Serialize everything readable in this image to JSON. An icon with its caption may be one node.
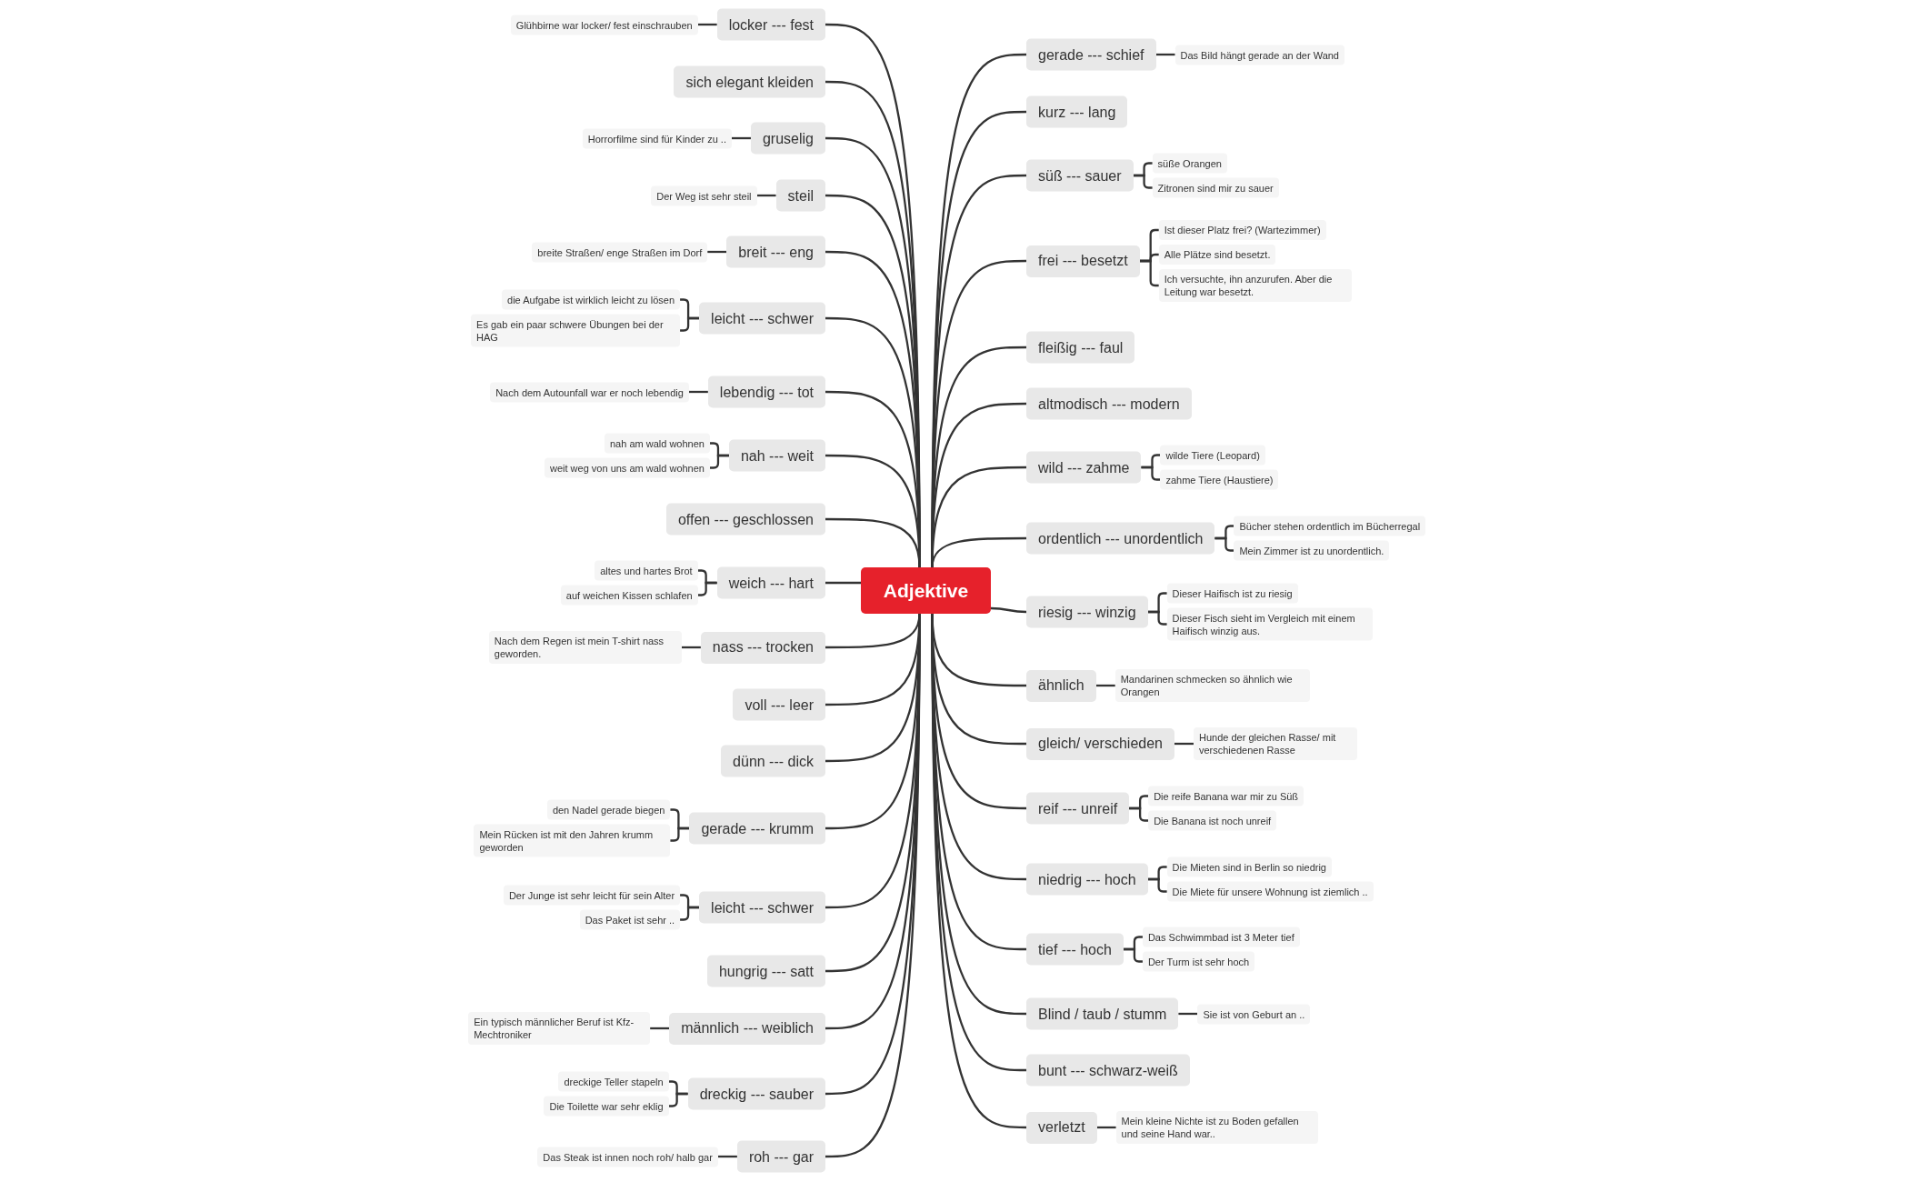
{
  "diagram": {
    "nodes": [
      {
        "text": [
          "Adjektive"
        ]
      },
      {
        "text": [
          "locker --- fest"
        ]
      },
      {
        "text": [
          "Glühbirne war locker/ fest einschrauben"
        ]
      },
      {
        "text": [
          "sich elegant kleiden"
        ]
      },
      {
        "text": [
          "gruselig"
        ]
      },
      {
        "text": [
          "Horrorfilme sind für Kinder zu .."
        ]
      },
      {
        "text": [
          "steil"
        ]
      },
      {
        "text": [
          "Der Weg ist sehr steil"
        ]
      },
      {
        "text": [
          "breit --- eng"
        ]
      },
      {
        "text": [
          "breite Straßen/ enge Straßen im Dorf"
        ]
      },
      {
        "text": [
          "leicht --- schwer"
        ]
      },
      {
        "text": [
          "die Aufgabe ist wirklich leicht zu lösen"
        ]
      },
      {
        "text": [
          "Es gab ein paar schwere Übungen bei der HAG"
        ]
      },
      {
        "text": [
          "lebendig --- tot"
        ]
      },
      {
        "text": [
          "Nach dem Autounfall war er noch lebendig"
        ]
      },
      {
        "text": [
          "nah --- weit"
        ]
      },
      {
        "text": [
          "nah am wald wohnen"
        ]
      },
      {
        "text": [
          "weit weg von uns am wald wohnen"
        ]
      },
      {
        "text": [
          "offen --- geschlossen"
        ]
      },
      {
        "text": [
          "weich --- hart"
        ]
      },
      {
        "text": [
          "altes und hartes Brot"
        ]
      },
      {
        "text": [
          "auf weichen Kissen schlafen"
        ]
      },
      {
        "text": [
          "nass --- trocken"
        ]
      },
      {
        "text": [
          "Nach dem Regen ist mein T-shirt nass geworden."
        ]
      },
      {
        "text": [
          "voll --- leer"
        ]
      },
      {
        "text": [
          "dünn --- dick"
        ]
      },
      {
        "text": [
          "gerade --- krumm"
        ]
      },
      {
        "text": [
          "den Nadel gerade biegen"
        ]
      },
      {
        "text": [
          "Mein Rücken ist mit den Jahren krumm geworden"
        ]
      },
      {
        "text": [
          "leicht --- schwer"
        ]
      },
      {
        "text": [
          "Der Junge ist sehr leicht für sein Alter"
        ]
      },
      {
        "text": [
          "Das Paket ist sehr .."
        ]
      },
      {
        "text": [
          "hungrig --- satt"
        ]
      },
      {
        "text": [
          "männlich --- weiblich"
        ]
      },
      {
        "text": [
          "Ein typisch männlicher Beruf ist Kfz-Mechtroniker"
        ]
      },
      {
        "text": [
          "dreckig --- sauber"
        ]
      },
      {
        "text": [
          "dreckige Teller stapeln"
        ]
      },
      {
        "text": [
          "Die Toilette war sehr eklig"
        ]
      },
      {
        "text": [
          "roh --- gar"
        ]
      },
      {
        "text": [
          "Das Steak ist innen noch roh/ halb gar"
        ]
      },
      {
        "text": [
          "gerade --- schief"
        ]
      },
      {
        "text": [
          "Das Bild hängt gerade an der Wand"
        ]
      },
      {
        "text": [
          "kurz --- lang"
        ]
      },
      {
        "text": [
          "süß --- sauer"
        ]
      },
      {
        "text": [
          "süße Orangen"
        ]
      },
      {
        "text": [
          "Zitronen sind mir zu sauer"
        ]
      },
      {
        "text": [
          "frei --- besetzt"
        ]
      },
      {
        "text": [
          "Ist dieser Platz frei? (Wartezimmer)"
        ]
      },
      {
        "text": [
          "Alle Plätze sind besetzt."
        ]
      },
      {
        "text": [
          "Ich versuchte, ihn anzurufen. Aber die Leitung war besetzt."
        ]
      },
      {
        "text": [
          "fleißig --- faul"
        ]
      },
      {
        "text": [
          "altmodisch --- modern"
        ]
      },
      {
        "text": [
          "wild --- zahme"
        ]
      },
      {
        "text": [
          "wilde Tiere (Leopard)"
        ]
      },
      {
        "text": [
          "zahme Tiere (Haustiere)"
        ]
      },
      {
        "text": [
          "ordentlich --- unordentlich"
        ]
      },
      {
        "text": [
          "Bücher stehen ordentlich im Bücherregal"
        ]
      },
      {
        "text": [
          "Mein Zimmer ist zu unordentlich."
        ]
      },
      {
        "text": [
          "riesig --- winzig"
        ]
      },
      {
        "text": [
          "Dieser Haifisch ist zu riesig"
        ]
      },
      {
        "text": [
          "Dieser Fisch sieht im Vergleich mit einem Haifisch winzig aus."
        ]
      },
      {
        "text": [
          "ähnlich"
        ]
      },
      {
        "text": [
          "Mandarinen schmecken so ähnlich wie Orangen"
        ]
      },
      {
        "text": [
          "gleich/ verschieden"
        ]
      },
      {
        "text": [
          "Hunde der gleichen Rasse/ mit verschiedenen Rasse"
        ]
      },
      {
        "text": [
          "reif --- unreif"
        ]
      },
      {
        "text": [
          "Die reife Banana war mir zu Süß"
        ]
      },
      {
        "text": [
          "Die Banana ist noch unreif"
        ]
      },
      {
        "text": [
          "niedrig --- hoch"
        ]
      },
      {
        "text": [
          "Die Mieten sind in Berlin so niedrig"
        ]
      },
      {
        "text": [
          "Die Miete für unsere Wohnung ist ziemlich .."
        ]
      },
      {
        "text": [
          "tief --- hoch"
        ]
      },
      {
        "text": [
          "Das Schwimmbad ist 3 Meter tief"
        ]
      },
      {
        "text": [
          "Der Turm ist sehr hoch"
        ]
      },
      {
        "text": [
          "Blind / taub / stumm"
        ]
      },
      {
        "text": [
          "Sie ist von Geburt an .."
        ]
      },
      {
        "text": [
          "bunt --- schwarz-weiß"
        ]
      },
      {
        "text": [
          "verletzt"
        ]
      },
      {
        "text": [
          "Mein kleine Nichte ist zu Boden gefallen und seine Hand war.."
        ]
      }
    ],
    "edges": [
      {
        "from": 0,
        "to": 1,
        "arrow": "none"
      },
      {
        "from": 1,
        "to": 2,
        "arrow": "none"
      },
      {
        "from": 0,
        "to": 3,
        "arrow": "none"
      },
      {
        "from": 0,
        "to": 4,
        "arrow": "none"
      },
      {
        "from": 4,
        "to": 5,
        "arrow": "none"
      },
      {
        "from": 0,
        "to": 6,
        "arrow": "none"
      },
      {
        "from": 6,
        "to": 7,
        "arrow": "none"
      },
      {
        "from": 0,
        "to": 8,
        "arrow": "none"
      },
      {
        "from": 8,
        "to": 9,
        "arrow": "none"
      },
      {
        "from": 0,
        "to": 10,
        "arrow": "none"
      },
      {
        "from": 10,
        "to": 11,
        "arrow": "none"
      },
      {
        "from": 10,
        "to": 12,
        "arrow": "none"
      },
      {
        "from": 0,
        "to": 13,
        "arrow": "none"
      },
      {
        "from": 13,
        "to": 14,
        "arrow": "none"
      },
      {
        "from": 0,
        "to": 15,
        "arrow": "none"
      },
      {
        "from": 15,
        "to": 16,
        "arrow": "none"
      },
      {
        "from": 15,
        "to": 17,
        "arrow": "none"
      },
      {
        "from": 0,
        "to": 18,
        "arrow": "none"
      },
      {
        "from": 0,
        "to": 19,
        "arrow": "none"
      },
      {
        "from": 19,
        "to": 20,
        "arrow": "none"
      },
      {
        "from": 19,
        "to": 21,
        "arrow": "none"
      },
      {
        "from": 0,
        "to": 22,
        "arrow": "none"
      },
      {
        "from": 22,
        "to": 23,
        "arrow": "none"
      },
      {
        "from": 0,
        "to": 24,
        "arrow": "none"
      },
      {
        "from": 0,
        "to": 25,
        "arrow": "none"
      },
      {
        "from": 0,
        "to": 26,
        "arrow": "none"
      },
      {
        "from": 26,
        "to": 27,
        "arrow": "none"
      },
      {
        "from": 26,
        "to": 28,
        "arrow": "none"
      },
      {
        "from": 0,
        "to": 29,
        "arrow": "none"
      },
      {
        "from": 29,
        "to": 30,
        "arrow": "none"
      },
      {
        "from": 29,
        "to": 31,
        "arrow": "none"
      },
      {
        "from": 0,
        "to": 32,
        "arrow": "none"
      },
      {
        "from": 0,
        "to": 33,
        "arrow": "none"
      },
      {
        "from": 33,
        "to": 34,
        "arrow": "none"
      },
      {
        "from": 0,
        "to": 35,
        "arrow": "none"
      },
      {
        "from": 35,
        "to": 36,
        "arrow": "none"
      },
      {
        "from": 35,
        "to": 37,
        "arrow": "none"
      },
      {
        "from": 0,
        "to": 38,
        "arrow": "none"
      },
      {
        "from": 38,
        "to": 39,
        "arrow": "none"
      },
      {
        "from": 0,
        "to": 40,
        "arrow": "none"
      },
      {
        "from": 40,
        "to": 41,
        "arrow": "none"
      },
      {
        "from": 0,
        "to": 42,
        "arrow": "none"
      },
      {
        "from": 0,
        "to": 43,
        "arrow": "none"
      },
      {
        "from": 43,
        "to": 44,
        "arrow": "none"
      },
      {
        "from": 43,
        "to": 45,
        "arrow": "none"
      },
      {
        "from": 0,
        "to": 46,
        "arrow": "none"
      },
      {
        "from": 46,
        "to": 47,
        "arrow": "none"
      },
      {
        "from": 46,
        "to": 48,
        "arrow": "none"
      },
      {
        "from": 46,
        "to": 49,
        "arrow": "none"
      },
      {
        "from": 0,
        "to": 50,
        "arrow": "none"
      },
      {
        "from": 0,
        "to": 51,
        "arrow": "none"
      },
      {
        "from": 0,
        "to": 52,
        "arrow": "none"
      },
      {
        "from": 52,
        "to": 53,
        "arrow": "none"
      },
      {
        "from": 52,
        "to": 54,
        "arrow": "none"
      },
      {
        "from": 0,
        "to": 55,
        "arrow": "none"
      },
      {
        "from": 55,
        "to": 56,
        "arrow": "none"
      },
      {
        "from": 55,
        "to": 57,
        "arrow": "none"
      },
      {
        "from": 0,
        "to": 58,
        "arrow": "none"
      },
      {
        "from": 58,
        "to": 59,
        "arrow": "none"
      },
      {
        "from": 58,
        "to": 60,
        "arrow": "none"
      },
      {
        "from": 0,
        "to": 61,
        "arrow": "none"
      },
      {
        "from": 61,
        "to": 62,
        "arrow": "none"
      },
      {
        "from": 0,
        "to": 63,
        "arrow": "none"
      },
      {
        "from": 63,
        "to": 64,
        "arrow": "none"
      },
      {
        "from": 0,
        "to": 65,
        "arrow": "none"
      },
      {
        "from": 65,
        "to": 66,
        "arrow": "none"
      },
      {
        "from": 65,
        "to": 67,
        "arrow": "none"
      },
      {
        "from": 0,
        "to": 68,
        "arrow": "none"
      },
      {
        "from": 68,
        "to": 69,
        "arrow": "none"
      },
      {
        "from": 68,
        "to": 70,
        "arrow": "none"
      },
      {
        "from": 0,
        "to": 71,
        "arrow": "none"
      },
      {
        "from": 71,
        "to": 72,
        "arrow": "none"
      },
      {
        "from": 71,
        "to": 73,
        "arrow": "none"
      },
      {
        "from": 0,
        "to": 74,
        "arrow": "none"
      },
      {
        "from": 74,
        "to": 75,
        "arrow": "none"
      },
      {
        "from": 0,
        "to": 76,
        "arrow": "none"
      },
      {
        "from": 0,
        "to": 77,
        "arrow": "none"
      },
      {
        "from": 77,
        "to": 78,
        "arrow": "none"
      }
    ]
  }
}
